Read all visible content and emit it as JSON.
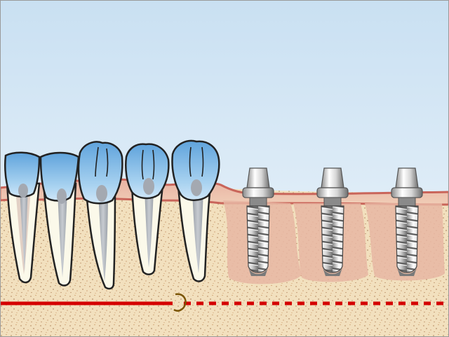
{
  "illustration": {
    "teeth": [
      {
        "id": 1,
        "type": "natural-tooth"
      },
      {
        "id": 2,
        "type": "natural-tooth"
      },
      {
        "id": 3,
        "type": "natural-tooth"
      },
      {
        "id": 4,
        "type": "natural-tooth"
      },
      {
        "id": 5,
        "type": "natural-tooth"
      }
    ],
    "implants": [
      {
        "id": 1,
        "type": "dental-implant"
      },
      {
        "id": 2,
        "type": "dental-implant"
      },
      {
        "id": 3,
        "type": "dental-implant"
      }
    ],
    "nerve": {
      "style_left": "solid",
      "style_right": "dashed"
    },
    "colors": {
      "sky_top": "#cfe3f2",
      "sky_bottom": "#eaf3fb",
      "gum": "#e7a898",
      "gum_edge": "#c9655a",
      "bone": "#f2e1bf",
      "crown": "#8ec3ea",
      "root": "#fbf9ea",
      "pulp": "#a9aeb6",
      "nerve": "#d40000",
      "foramen": "#7a5400",
      "metal_light": "#f2f2f2",
      "metal_dark": "#7a7a7a"
    }
  }
}
